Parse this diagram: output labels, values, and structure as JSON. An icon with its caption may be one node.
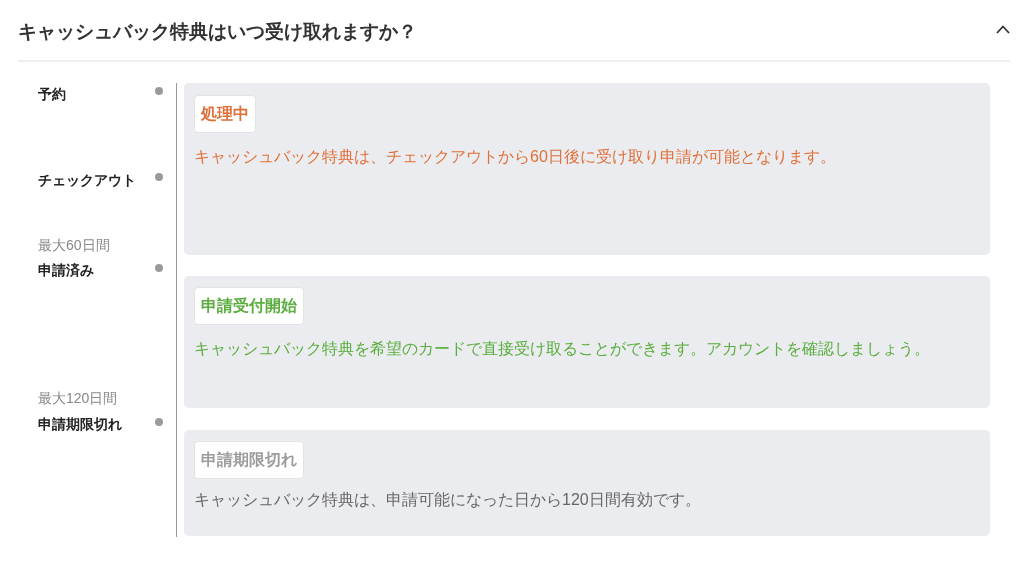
{
  "diagram": {
    "title": "キャッシュバック特典はいつ受け取れますか？",
    "nodes": [
      {
        "text": [
          "キャッシュバック特典は、チェックアウトから60日後に受け取り申請が可能となります。"
        ]
      },
      {
        "text": [
          "処理中"
        ],
        "in": 0
      },
      {
        "text": [
          "キャッシュバック特典を希望のカードで直接受け取ることができます。アカウントを確認しましょう。"
        ]
      },
      {
        "text": [
          "申請受付開始"
        ],
        "in": 2
      },
      {
        "text": [
          "キャッシュバック特典は、申請可能になった日から120日間有効です。"
        ]
      },
      {
        "text": [
          "申請期限切れ"
        ],
        "in": 4
      }
    ],
    "labels": [
      "予約",
      "チェックアウト",
      "最大60日間",
      "申請済み",
      "最大120日間",
      "申請期限切れ"
    ]
  }
}
